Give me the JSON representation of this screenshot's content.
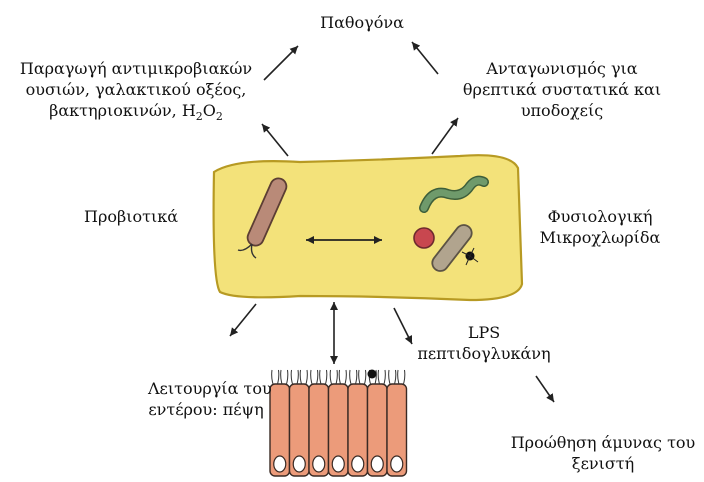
{
  "labels": {
    "pathogens": "Παθογόνα",
    "antimicrobial": {
      "line1": "Παραγωγή αντιμικροβιακών",
      "line2": "ουσιών, γαλακτικού οξέος,",
      "line3_text": "βακτηριοκινών, ",
      "line3_formula": {
        "h": "H",
        "sub1": "2",
        "o": "O",
        "sub2": "2"
      }
    },
    "competition": {
      "line1": "Ανταγωνισμός για",
      "line2": "θρεπτικά συστατικά και",
      "line3": "υποδοχείς"
    },
    "probiotics": "Προβιοτικά",
    "normal_flora": {
      "line1": "Φυσιολογική",
      "line2": "Μικροχλωρίδα"
    },
    "lps": {
      "line1": "LPS",
      "line2": "πεπτιδογλυκάνη"
    },
    "gut_function": {
      "line1": "Λειτουργία του",
      "line2": "εντέρου: πέψη"
    },
    "host_defense": {
      "line1": "Προώθηση άμυνας του",
      "line2": "ξενιστή"
    }
  },
  "colors": {
    "gut_lumen_fill": "#f3e27a",
    "gut_lumen_stroke": "#b79a23",
    "probiotic_rod": "#b98a78",
    "flora_rod": "#b1a48e",
    "flora_worm": "#6f9a6b",
    "flora_coccus": "#c8474f",
    "epithelial_cell": "#ec9b7a",
    "cell_nucleus": "#ffffff",
    "arrow": "#222222"
  },
  "icons": [
    "probiotic-bacterium-icon",
    "commensal-bacteria-icon",
    "epithelial-cells-icon"
  ]
}
